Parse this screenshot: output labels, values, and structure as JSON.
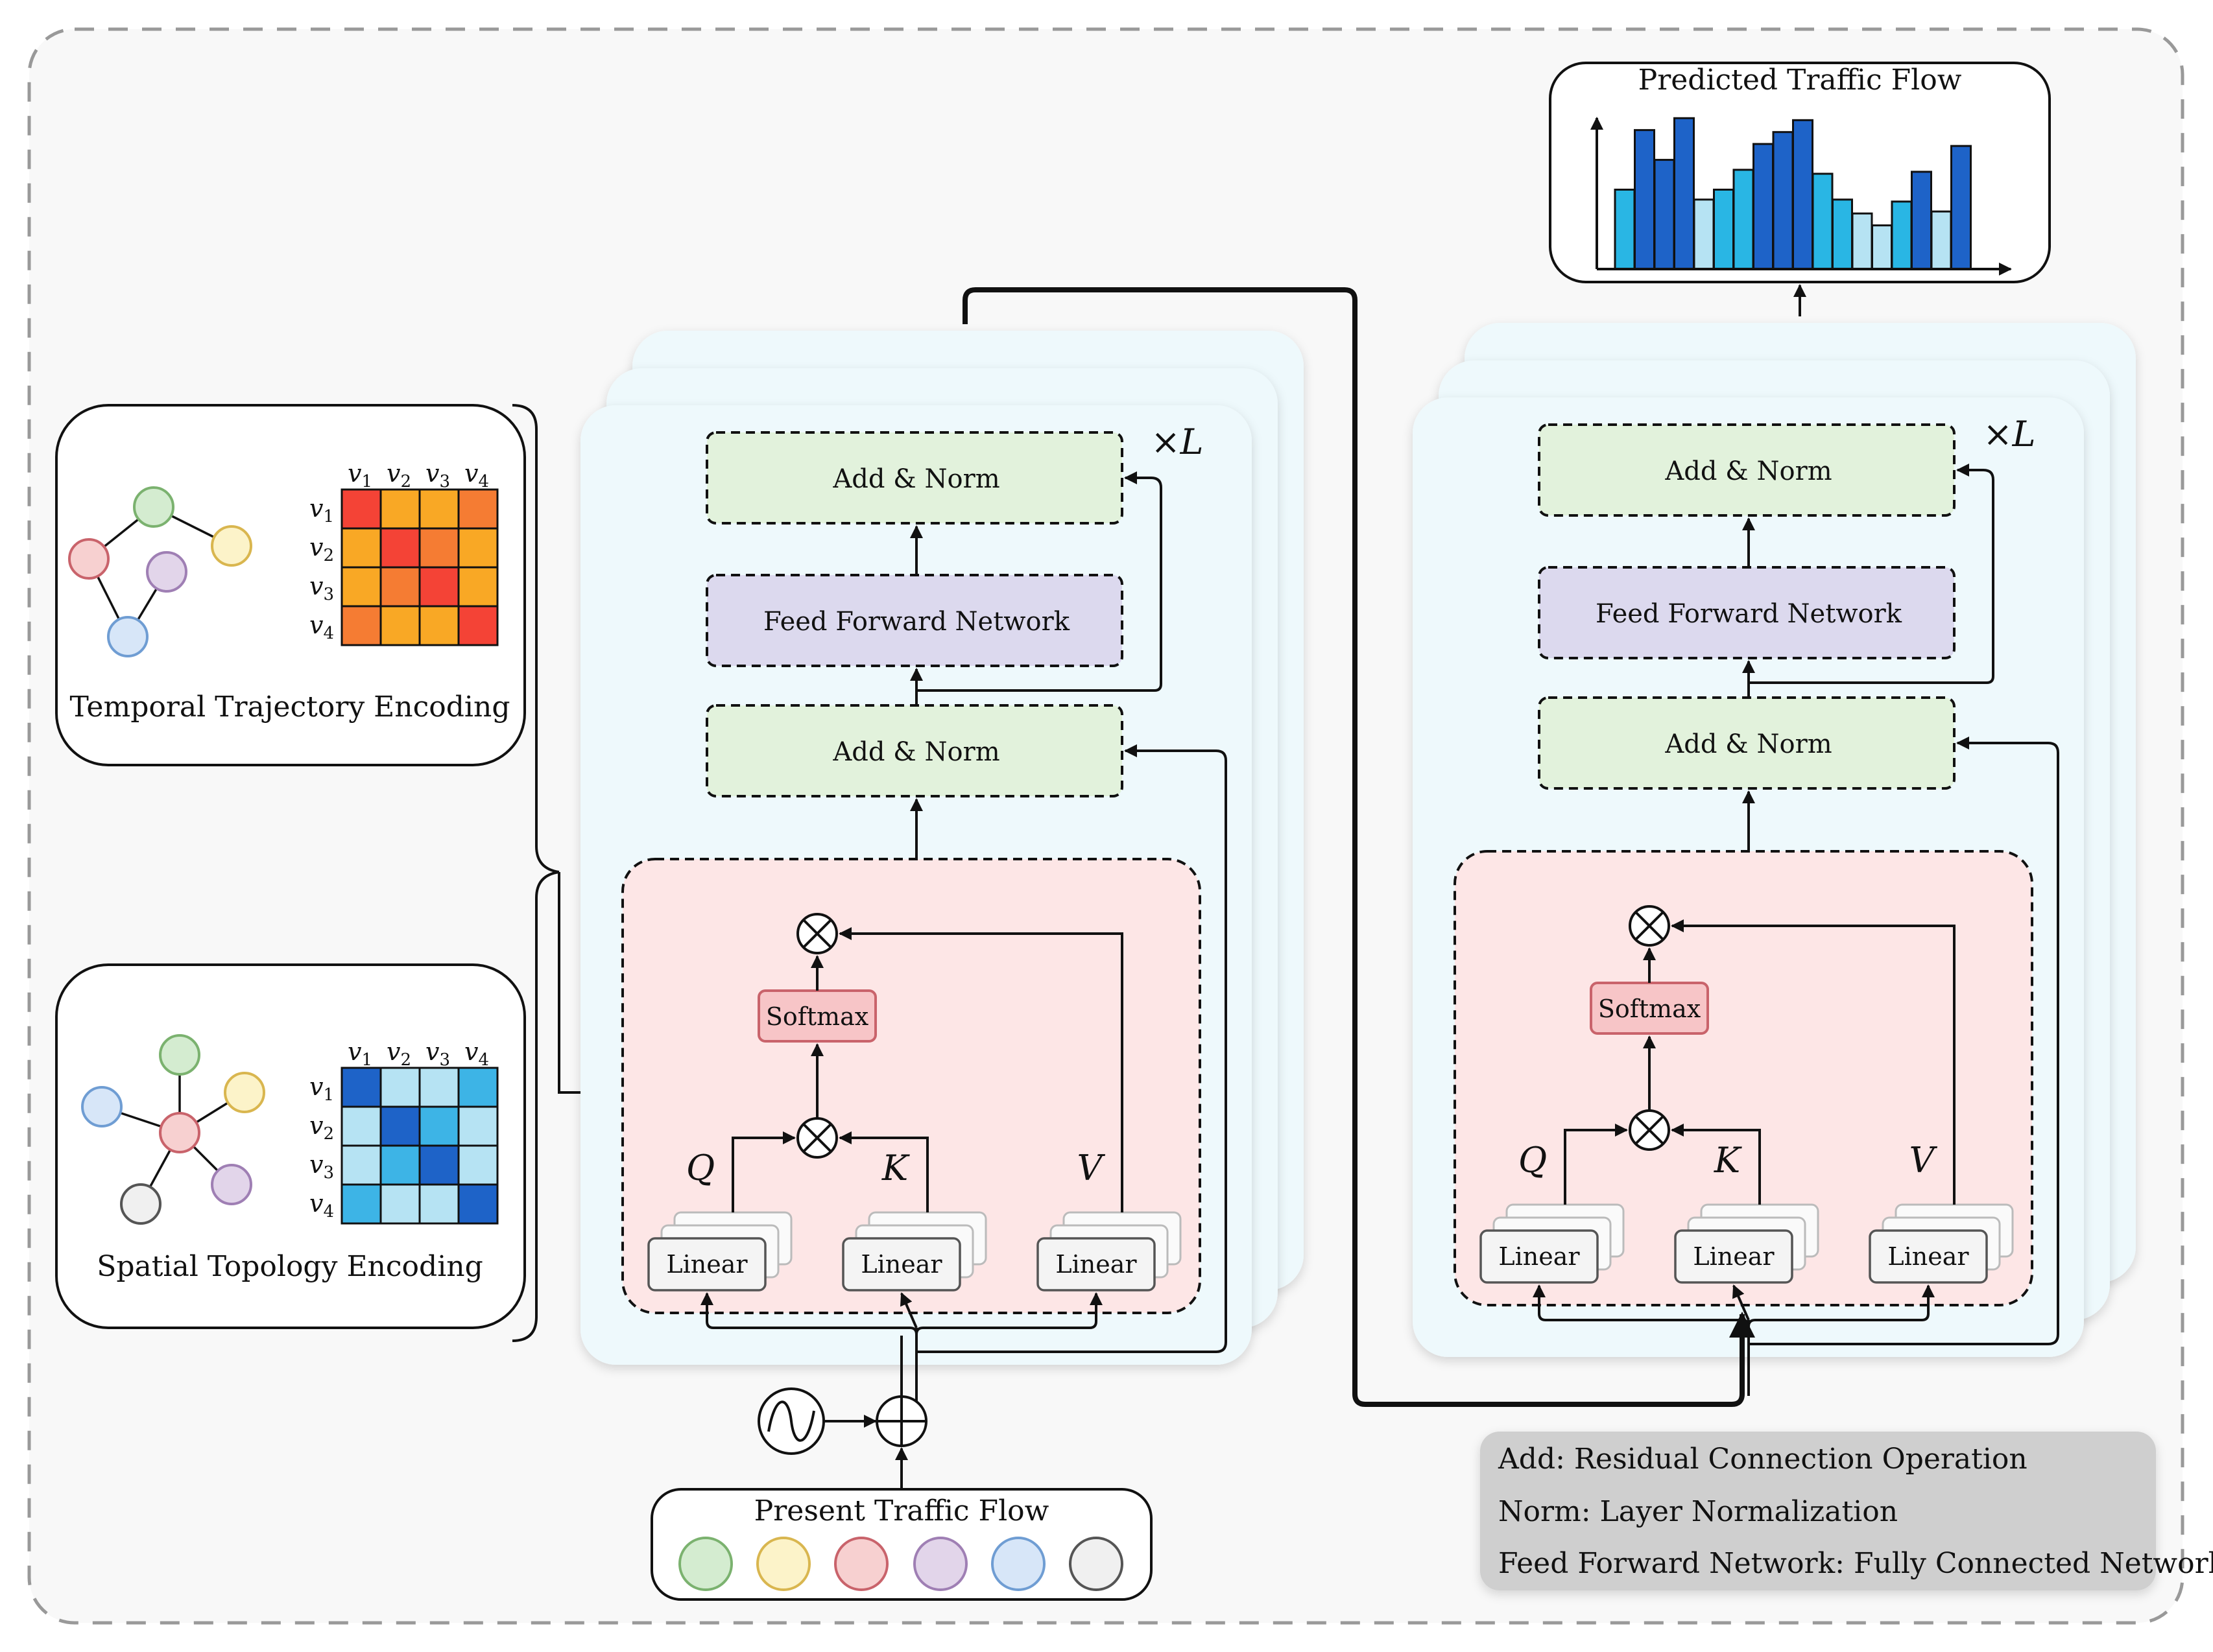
{
  "output_title": "Predicted Traffic Flow",
  "input_title": "Present Traffic Flow",
  "temporal_title": "Temporal Trajectory Encoding",
  "spatial_title": "Spatial Topology Encoding",
  "repeat_label": "×L",
  "block": {
    "add_norm_top": "Add & Norm",
    "ffn": "Feed Forward Network",
    "add_norm_bottom": "Add & Norm",
    "softmax": "Softmax",
    "linear": "Linear",
    "q": "Q",
    "k": "K",
    "v": "V"
  },
  "matrix_labels": {
    "v": "v",
    "subs": [
      "1",
      "2",
      "3",
      "4"
    ]
  },
  "legend": [
    "Add: Residual Connection Operation",
    "Norm: Layer Normalization",
    "Feed Forward Network: Fully Connected Network"
  ],
  "colors": {
    "temporal_matrix": [
      [
        "#f44336",
        "#f9a825",
        "#f9a825",
        "#f57c33"
      ],
      [
        "#f9a825",
        "#f44336",
        "#f57c33",
        "#f9a825"
      ],
      [
        "#f9a825",
        "#f57c33",
        "#f44336",
        "#f9a825"
      ],
      [
        "#f57c33",
        "#f9a825",
        "#f9a825",
        "#f44336"
      ]
    ],
    "spatial_matrix": [
      [
        "#1e63c8",
        "#b6e3f3",
        "#b6e3f3",
        "#3db4e6"
      ],
      [
        "#b6e3f3",
        "#1e63c8",
        "#3db4e6",
        "#b6e3f3"
      ],
      [
        "#b6e3f3",
        "#3db4e6",
        "#1e63c8",
        "#b6e3f3"
      ],
      [
        "#3db4e6",
        "#b6e3f3",
        "#b6e3f3",
        "#1e63c8"
      ]
    ],
    "node_fills": [
      "#d4ecd0",
      "#fcf3c9",
      "#f7d0d0",
      "#e2d5ea",
      "#d7e6f8",
      "#f0f0f0"
    ],
    "node_strokes": [
      "#7bb26f",
      "#d9b64f",
      "#c9636b",
      "#9f7fb4",
      "#6f9dd3",
      "#555555"
    ]
  },
  "chart_data": {
    "type": "bar",
    "title": "Predicted Traffic Flow",
    "values": [
      4,
      7,
      5.5,
      7.6,
      3.5,
      4,
      5,
      6.3,
      6.9,
      7.5,
      4.8,
      3.5,
      2.8,
      2.2,
      3.4,
      4.9,
      2.9,
      6.2
    ],
    "colors": [
      "#29b6e4",
      "#1e63c8",
      "#1e63c8",
      "#1e63c8",
      "#b6e3f3",
      "#29b6e4",
      "#29b6e4",
      "#1e63c8",
      "#1e63c8",
      "#1e63c8",
      "#29b6e4",
      "#29b6e4",
      "#b6e3f3",
      "#b6e3f3",
      "#29b6e4",
      "#1e63c8",
      "#b6e3f3",
      "#1e63c8"
    ],
    "ylim": [
      0,
      8
    ]
  }
}
